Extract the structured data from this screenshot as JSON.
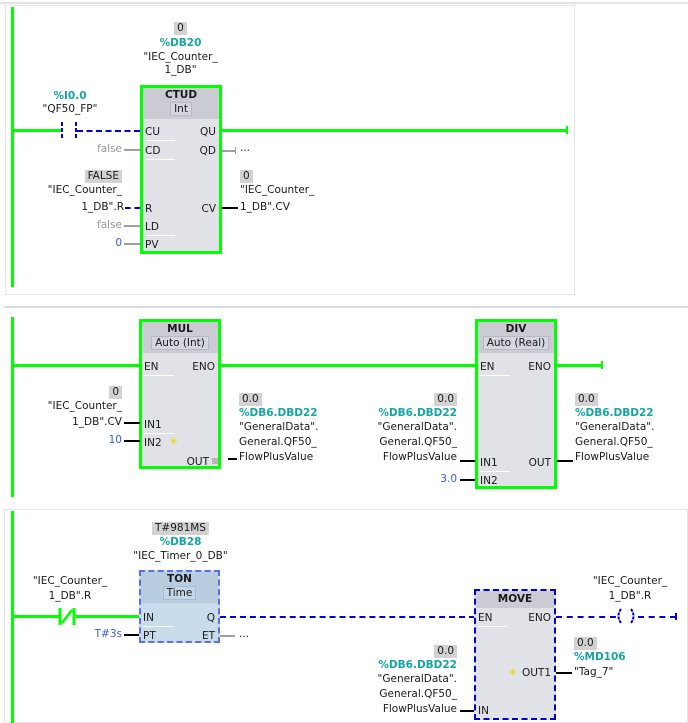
{
  "networks": [
    {
      "id": 1,
      "contact": {
        "address": "%I0.0",
        "tag": "\"QF50_FP\"",
        "type": "normally-open"
      },
      "block": {
        "value": "0",
        "db": "%DB20",
        "instance_line1": "\"IEC_Counter_",
        "instance_line2": "1_DB\"",
        "type": "CTUD",
        "datatype": "Int",
        "pins_left": [
          "CU",
          "CD",
          "R",
          "LD",
          "PV"
        ],
        "pins_right": [
          "QU",
          "QD",
          "CV"
        ]
      },
      "inputs": {
        "cd": "false",
        "r_value": "FALSE",
        "r_line1": "\"IEC_Counter_",
        "r_line2": "1_DB\".R",
        "ld": "false",
        "pv": "0"
      },
      "outputs": {
        "qd": "...",
        "cv_value": "0",
        "cv_line1": "\"IEC_Counter_",
        "cv_line2": "1_DB\".CV"
      }
    },
    {
      "id": 2,
      "mul": {
        "type": "MUL",
        "datatype": "Auto (Int)",
        "pins_left": [
          "EN",
          "IN1",
          "IN2"
        ],
        "pins_right": [
          "ENO",
          "OUT"
        ],
        "in1_value": "0",
        "in1_line1": "\"IEC_Counter_",
        "in1_line2": "1_DB\".CV",
        "in2": "10",
        "out_value": "0.0",
        "out_address": "%DB6.DBD22",
        "out_line1": "\"GeneralData\".",
        "out_line2": "General.QF50_",
        "out_line3": "FlowPlusValue"
      },
      "div": {
        "type": "DIV",
        "datatype": "Auto (Real)",
        "pins_left": [
          "EN",
          "IN1",
          "IN2"
        ],
        "pins_right": [
          "ENO",
          "OUT"
        ],
        "in1_value": "0.0",
        "in1_address": "%DB6.DBD22",
        "in1_line1": "\"GeneralData\".",
        "in1_line2": "General.QF50_",
        "in1_line3": "FlowPlusValue",
        "in2": "3.0",
        "out_value": "0.0",
        "out_address": "%DB6.DBD22",
        "out_line1": "\"GeneralData\".",
        "out_line2": "General.QF50_",
        "out_line3": "FlowPlusValue"
      }
    },
    {
      "id": 3,
      "contact": {
        "line1": "\"IEC_Counter_",
        "line2": "1_DB\".R",
        "type": "normally-closed"
      },
      "ton": {
        "value": "T#981MS",
        "db": "%DB28",
        "instance": "\"IEC_Timer_0_DB\"",
        "type": "TON",
        "datatype": "Time",
        "pins_left": [
          "IN",
          "PT"
        ],
        "pins_right": [
          "Q",
          "ET"
        ],
        "pt": "T#3s",
        "et": "..."
      },
      "move": {
        "type": "MOVE",
        "pins_left": [
          "EN",
          "IN"
        ],
        "pins_right": [
          "ENO",
          "OUT1"
        ],
        "in_value": "0.0",
        "in_address": "%DB6.DBD22",
        "in_line1": "\"GeneralData\".",
        "in_line2": "General.QF50_",
        "in_line3": "FlowPlusValue",
        "out_value": "0.0",
        "out_address": "%MD106",
        "out_tag": "\"Tag_7\""
      },
      "coil": {
        "line1": "\"IEC_Counter_",
        "line2": "1_DB\".R"
      }
    }
  ],
  "colors": {
    "powerflow": "#00ff00",
    "not_evaluated": "#0000dd",
    "address": "#16a5a5",
    "constant": "#3a5ed8"
  }
}
